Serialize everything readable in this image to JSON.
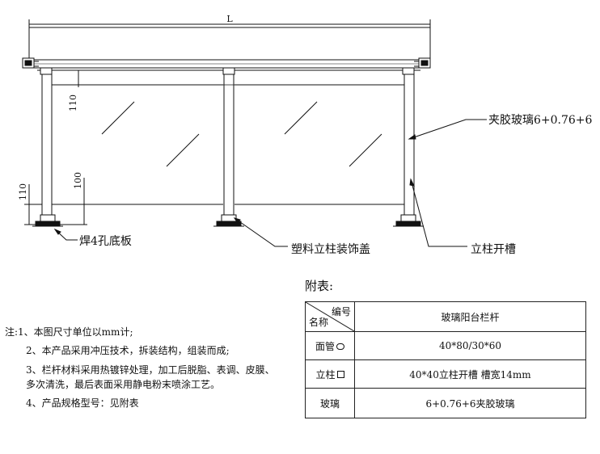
{
  "drawing": {
    "dim_total": "L",
    "dim_110_top": "110",
    "dim_110_left": "110",
    "dim_100": "100",
    "callout_glass": "夹胶玻璃6+0.76+6",
    "callout_baseplate": "焊4孔底板",
    "callout_cover": "塑料立柱装饰盖",
    "callout_slot": "立柱开槽"
  },
  "attachment": {
    "title": "附表:",
    "header_top": "编号",
    "header_bottom": "名称",
    "header_product": "玻璃阳台栏杆",
    "rows": [
      {
        "name": "面管",
        "symbol": "oval-icon",
        "value": "40*80/30*60"
      },
      {
        "name": "立柱",
        "symbol": "square-icon",
        "value": "40*40立柱开槽  槽宽14mm"
      },
      {
        "name": "玻璃",
        "symbol": "",
        "value": "6+0.76+6夹胶玻璃"
      }
    ]
  },
  "notes": {
    "prefix": "注:",
    "items": [
      "1、本图尺寸单位以mm计;",
      "2、本产品采用冲压技术，拆装结构，组装而成;",
      "3、栏杆材料采用热镀锌处理，加工后脱脂、表调、皮膜、",
      "多次清洗，最后表面采用静电粉末喷涂工艺。",
      "4、产品规格型号：见附表"
    ]
  }
}
